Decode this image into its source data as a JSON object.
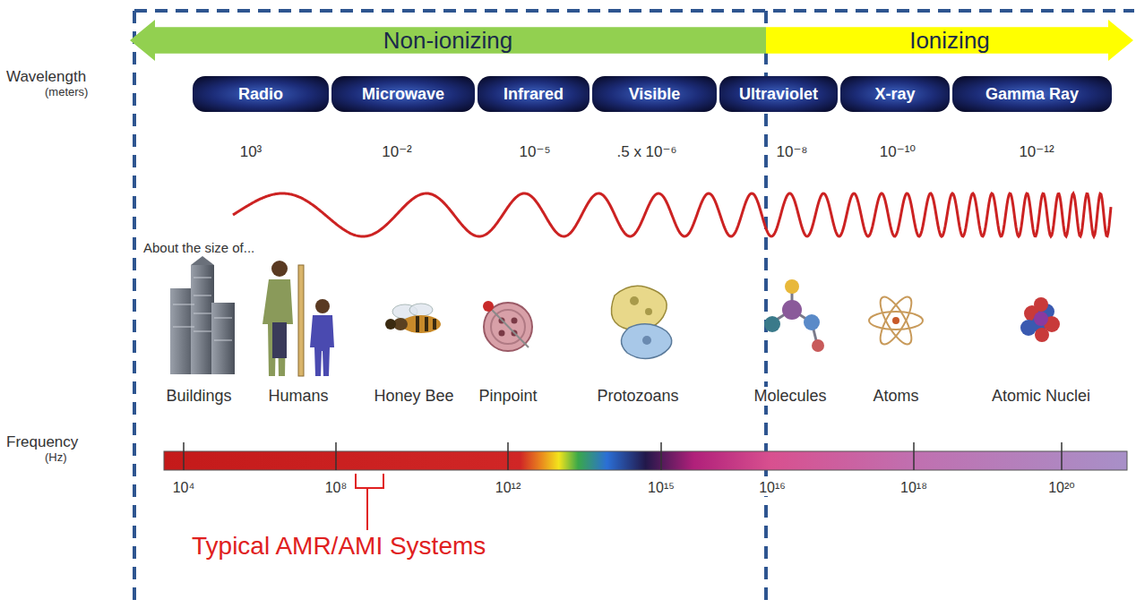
{
  "diagram": {
    "nodes": [
      {
        "text": [
          "Non-ionizing"
        ]
      },
      {
        "text": [
          "Ionizing"
        ]
      },
      {
        "text": [
          "Radio"
        ]
      },
      {
        "text": [
          "Microwave"
        ]
      },
      {
        "text": [
          "Infrared"
        ]
      },
      {
        "text": [
          "Visible"
        ]
      },
      {
        "text": [
          "Ultraviolet"
        ]
      },
      {
        "text": [
          "X-ray"
        ]
      },
      {
        "text": [
          "Gamma Ray"
        ]
      }
    ],
    "labels": [
      "Wavelength",
      "(meters)",
      "10³",
      "10⁻²",
      "10⁻⁵",
      ".5 x 10⁻⁶",
      "10⁻⁸",
      "10⁻¹⁰",
      "10⁻¹²",
      "About the size of...",
      "Buildings",
      "Humans",
      "Honey Bee",
      "Pinpoint",
      "Protozoans",
      "Molecules",
      "Atoms",
      "Atomic Nuclei",
      "Frequency",
      "(Hz)",
      "10⁴",
      "10⁸",
      "10¹²",
      "10¹⁵",
      "10¹⁶",
      "10¹⁸",
      "10²⁰",
      "Typical AMR/AMI Systems"
    ]
  }
}
